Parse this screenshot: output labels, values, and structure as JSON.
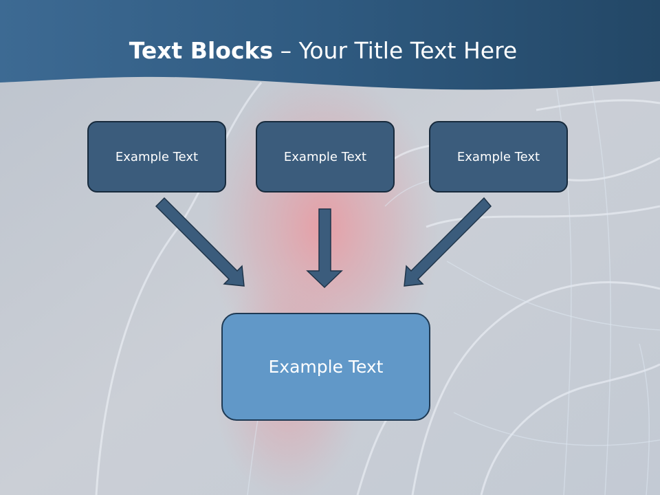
{
  "title": {
    "bold": "Text Blocks",
    "dash": "–",
    "rest": "Your Title Text Here"
  },
  "blocks": [
    {
      "label": "Example Text"
    },
    {
      "label": "Example Text"
    },
    {
      "label": "Example Text"
    }
  ],
  "target": {
    "label": "Example Text"
  },
  "colors": {
    "header": "#2f5a80",
    "box_dark": "#3b5c7c",
    "box_light": "#6198c8",
    "arrow": "#3b5c7c",
    "background": "#c9ced6"
  }
}
